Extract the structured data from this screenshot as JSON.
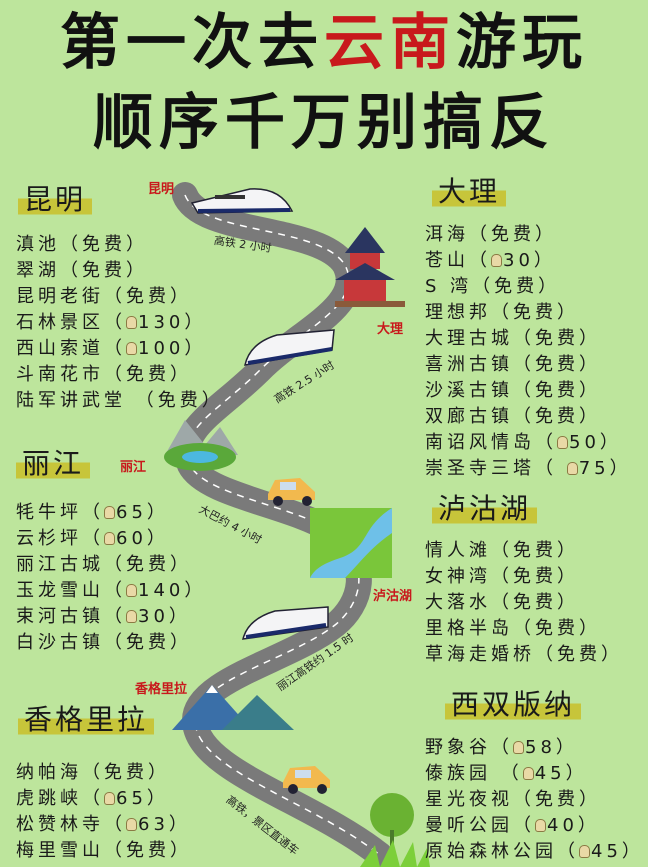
{
  "title": {
    "line1_a": "第一次去",
    "line1_hl": "云南",
    "line1_b": "游玩",
    "line2": "顺序千万别搞反"
  },
  "sections": {
    "kunming": {
      "name": "昆明",
      "items": [
        [
          "滇池（免费）",
          ""
        ],
        [
          "翠湖（免费）",
          ""
        ],
        [
          "昆明老街（免费）",
          ""
        ],
        [
          "石林景区（",
          "130）"
        ],
        [
          "西山索道（",
          "100）"
        ],
        [
          "斗南花市（免费）",
          ""
        ],
        [
          "陆军讲武堂 （免费）",
          ""
        ]
      ]
    },
    "dali": {
      "name": "大理",
      "items": [
        [
          "洱海（免费）",
          ""
        ],
        [
          "苍山（",
          "30）"
        ],
        [
          "S 湾（免费）",
          ""
        ],
        [
          "理想邦（免费）",
          ""
        ],
        [
          "大理古城（免费）",
          ""
        ],
        [
          "喜洲古镇（免费）",
          ""
        ],
        [
          "沙溪古镇（免费）",
          ""
        ],
        [
          "双廊古镇（免费）",
          ""
        ],
        [
          "南诏风情岛（",
          "50）"
        ],
        [
          "崇圣寺三塔（ ",
          "75）"
        ]
      ]
    },
    "lijiang": {
      "name": "丽江",
      "items": [
        [
          "牦牛坪（",
          "65）"
        ],
        [
          "云杉坪（",
          "60）"
        ],
        [
          "丽江古城（免费）",
          ""
        ],
        [
          "玉龙雪山（",
          "140）"
        ],
        [
          "束河古镇（",
          "30）"
        ],
        [
          "白沙古镇（免费）",
          ""
        ]
      ]
    },
    "lugu": {
      "name": "泸沽湖",
      "items": [
        [
          "情人滩（免费）",
          ""
        ],
        [
          "女神湾（免费）",
          ""
        ],
        [
          "大落水（免费）",
          ""
        ],
        [
          "里格半岛（免费）",
          ""
        ],
        [
          "草海走婚桥（免费）",
          ""
        ]
      ]
    },
    "shangrila": {
      "name": "香格里拉",
      "items": [
        [
          "纳帕海（免费）",
          ""
        ],
        [
          "虎跳峡（",
          "65）"
        ],
        [
          "松赞林寺（",
          "63）"
        ],
        [
          "梅里雪山（免费）",
          ""
        ]
      ]
    },
    "xishuangbanna": {
      "name": "西双版纳",
      "items": [
        [
          "野象谷（",
          "58）"
        ],
        [
          "傣族园 （",
          "45）"
        ],
        [
          "星光夜视（免费）",
          ""
        ],
        [
          "曼听公园（",
          "40）"
        ],
        [
          "原始森林公园（",
          "45）"
        ]
      ]
    }
  },
  "map": {
    "cities": {
      "kunming": "昆明",
      "dali": "大理",
      "lijiang": "丽江",
      "lugu": "泸沽湖",
      "shangrila": "香格里拉"
    },
    "routes": {
      "r1": "高铁 2 小时",
      "r2": "高铁 2.5 小时",
      "r3": "大巴约 4 小时",
      "r4": "丽江高铁约 1.5 时",
      "r5": "高铁，景区直通车"
    }
  },
  "colors": {
    "background": "#bde59c",
    "highlight": "#c8191c",
    "tag": "#c7c53a"
  }
}
